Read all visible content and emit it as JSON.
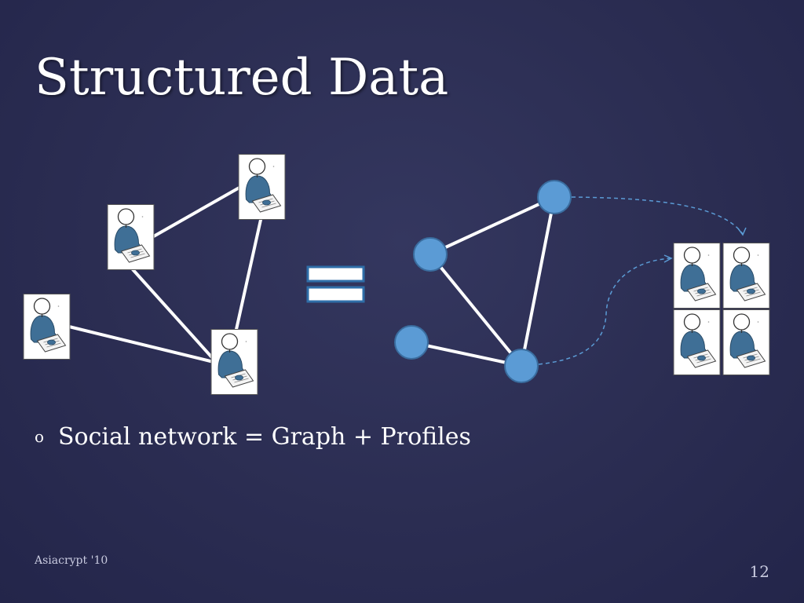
{
  "slide": {
    "title": "Structured Data",
    "bullet": {
      "marker": "o",
      "text": "Social network = Graph + Profiles"
    },
    "footer": "Asiacrypt '10",
    "page_number": "12"
  },
  "colors": {
    "background": "#2b2d52",
    "node_fill": "#5b9bd5",
    "edge": "#ffffff",
    "dashed_arrow": "#5b9bd5",
    "person_body": "#3f6f96"
  },
  "icons": [
    "person-profile-icon",
    "graph-node-icon",
    "equals-sign-icon",
    "dashed-arrow-icon"
  ]
}
